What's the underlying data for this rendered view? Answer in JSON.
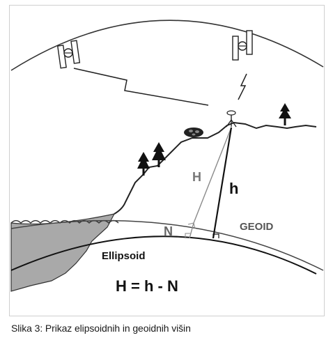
{
  "figure": {
    "labels": {
      "orthometric_height": "H",
      "ellipsoid_height": "h",
      "geoid_undulation": "N",
      "geoid": "GEOID",
      "ellipsoid": "Ellipsoid",
      "formula": "H = h - N"
    },
    "icons": [
      "satellite-icon",
      "satellite-icon",
      "signal-lightning-icon",
      "signal-lightning-icon",
      "gps-receiver-icon",
      "tree-icon",
      "bush-icon"
    ]
  },
  "caption": "Slika 3: Prikaz elipsoidnih in geoidnih višin"
}
